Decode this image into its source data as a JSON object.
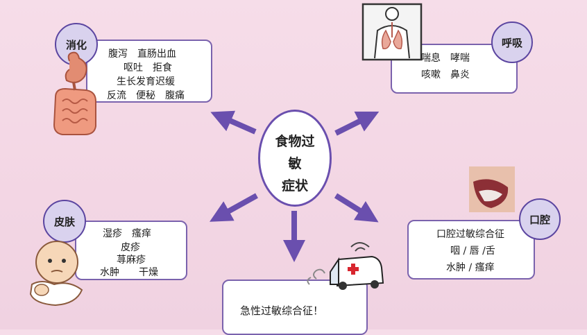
{
  "center": {
    "lines": [
      "食物过",
      "敏",
      "症状"
    ]
  },
  "digestion": {
    "title": "消化",
    "lines": [
      "腹泻　直肠出血",
      "呕吐　拒食",
      "生长发育迟缓",
      "反流　便秘　腹痛"
    ]
  },
  "respiratory": {
    "title": "呼吸",
    "lines": [
      "喘息　哮喘",
      "咳嗽　鼻炎"
    ]
  },
  "skin": {
    "title": "皮肤",
    "lines": [
      "湿疹　瘙痒",
      "皮疹",
      "荨麻疹",
      "水肿　　干燥"
    ]
  },
  "oral": {
    "title": "口腔",
    "lines": [
      "口腔过敏综合征",
      "咽 / 唇 /舌",
      "水肿 / 瘙痒"
    ]
  },
  "acute": {
    "label": "急性过敏综合征！"
  },
  "colors": {
    "accent": "#6a4fae",
    "border": "#7a62ad",
    "circle_fill": "#d9d2ee",
    "ambulance_red": "#d8262f"
  }
}
